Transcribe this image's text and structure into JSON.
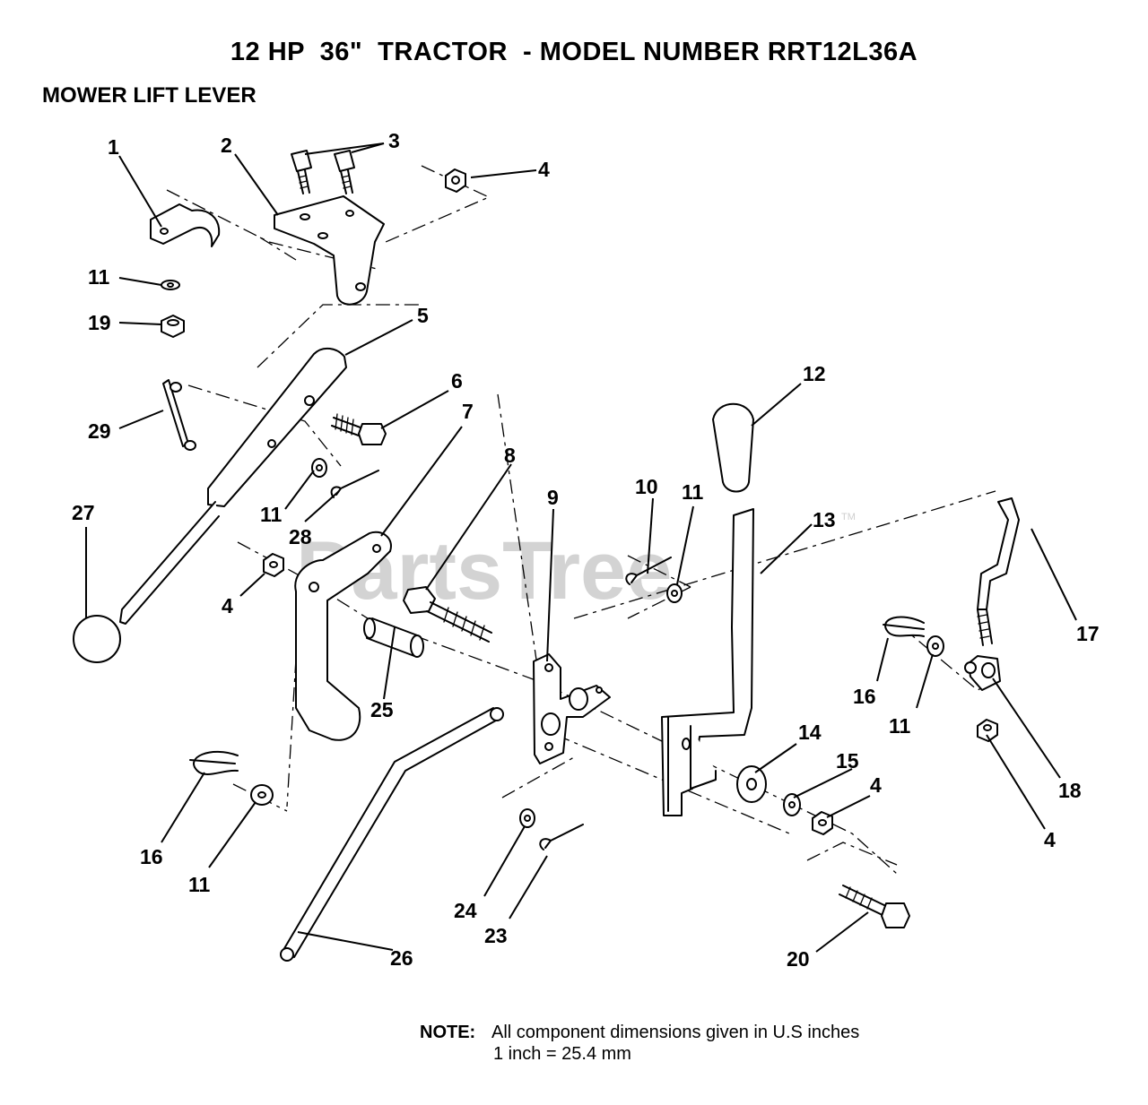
{
  "header": {
    "title": "12 HP  36\"  TRACTOR  - MODEL NUMBER RRT12L36A",
    "section": "MOWER LIFT LEVER"
  },
  "watermark": {
    "text": "PartsTree",
    "tm": "TM",
    "color": "#d3d3d3"
  },
  "callouts": [
    "1",
    "2",
    "3",
    "4",
    "11",
    "19",
    "5",
    "29",
    "6",
    "7",
    "27",
    "11",
    "28",
    "4",
    "8",
    "9",
    "10",
    "11",
    "12",
    "13",
    "25",
    "17",
    "16",
    "11",
    "18",
    "14",
    "15",
    "4",
    "4",
    "16",
    "11",
    "24",
    "23",
    "26",
    "20"
  ],
  "note": {
    "label": "NOTE:",
    "line1": "All component dimensions given in U.S  inches",
    "line2": "1 inch = 25.4 mm"
  }
}
